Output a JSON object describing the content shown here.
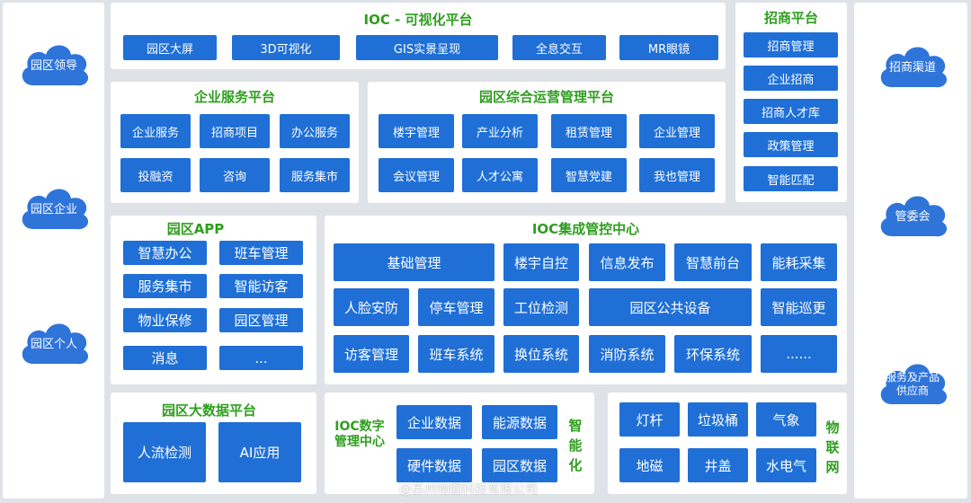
{
  "left_roles": [
    "园区领导",
    "园区企业",
    "园区个人"
  ],
  "right_roles": [
    "招商渠道",
    "管委会",
    "服务及产品供应商"
  ],
  "ioc_vis": {
    "title": "IOC - 可视化平台",
    "items": [
      "园区大屏",
      "3D可视化",
      "GIS实景呈现",
      "全息交互",
      "MR眼镜"
    ]
  },
  "zhaoshang": {
    "title": "招商平台",
    "items": [
      "招商管理",
      "企业招商",
      "招商人才库",
      "政策管理",
      "智能匹配"
    ]
  },
  "enterprise": {
    "title": "企业服务平台",
    "items": [
      "企业服务",
      "招商项目",
      "办公服务",
      "投融资",
      "咨询",
      "服务集市"
    ]
  },
  "operation": {
    "title": "园区综合运营管理平台",
    "items": [
      "楼宇管理",
      "产业分析",
      "租赁管理",
      "企业管理",
      "会议管理",
      "人才公寓",
      "智慧党建",
      "我也管理"
    ]
  },
  "app": {
    "title": "园区APP",
    "items": [
      "智慧办公",
      "班车管理",
      "服务集市",
      "智能访客",
      "物业保修",
      "园区管理",
      "消息",
      "..."
    ]
  },
  "ioc_ctrl": {
    "title": "IOC集成管控中心",
    "items": [
      "基础管理",
      "楼宇自控",
      "信息发布",
      "智慧前台",
      "能耗采集",
      "人脸安防",
      "停车管理",
      "工位检测",
      "园区公共设备",
      "智能巡更",
      "访客管理",
      "班车系统",
      "换位系统",
      "消防系统",
      "环保系统",
      "......"
    ]
  },
  "bigdata": {
    "title": "园区大数据平台",
    "items": [
      "人流检测",
      "AI应用"
    ]
  },
  "digital": {
    "label": "IOC数字管理中心",
    "side_label": "智能化",
    "items": [
      "企业数据",
      "能源数据",
      "硬件数据",
      "园区数据"
    ]
  },
  "iot": {
    "label": "物联网",
    "items": [
      "灯杆",
      "垃圾桶",
      "气象",
      "地磁",
      "井盖",
      "水电气"
    ]
  },
  "watermark": "@苏州物图科技有限公司",
  "colors": {
    "accent": "#1f6fd6",
    "title_green": "#2f9e1f",
    "cloud": "#2f74d9"
  }
}
